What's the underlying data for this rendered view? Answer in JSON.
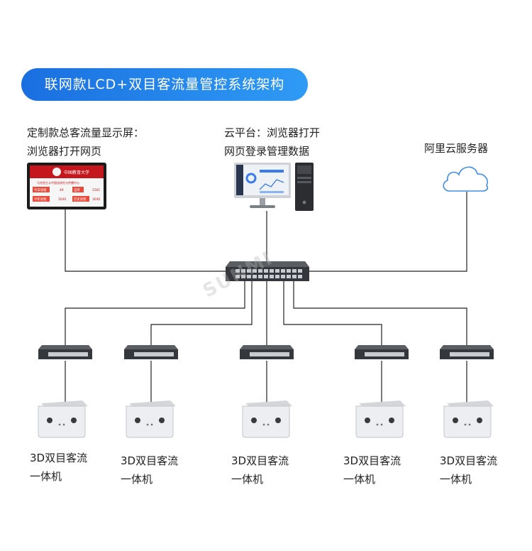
{
  "title": "联网款LCD+双目客流量管控系统架构",
  "display": {
    "line1": "定制款总客流量显示屏：",
    "line2": "浏览器打开网页",
    "screen": {
      "header": "中国教育大学",
      "subtitle": "马克思主义中国化研究与传播中心",
      "today_in": "今日进客",
      "today_in_val": "49",
      "month": "当月",
      "month_val": "1561",
      "year_in": "今年进客",
      "year_in_val": "1640",
      "history": "历史进客",
      "history_val": "1640"
    }
  },
  "cloud_platform": {
    "line1": "云平台：浏览器打开",
    "line2": "网页登录管理数据"
  },
  "aliyun": {
    "label": "阿里云服务器"
  },
  "camera_label": {
    "line1": "3D双目客流",
    "line2": "一体机"
  },
  "watermark": "SUNMI",
  "colors": {
    "accent": "#1a6fe0",
    "wire": "#222222",
    "cloud": "#3f8ee8"
  }
}
